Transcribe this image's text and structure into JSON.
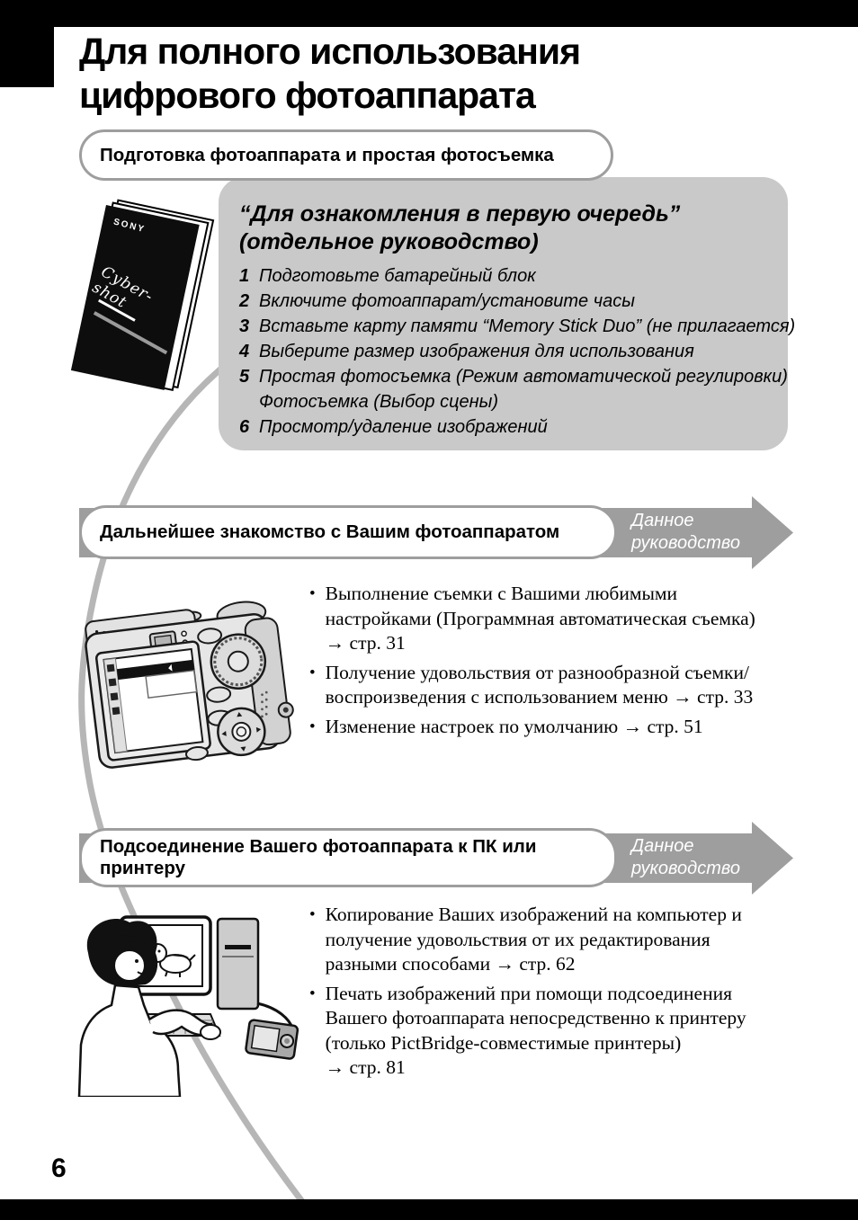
{
  "colors": {
    "box_gray": "#c9c9c9",
    "band_gray": "#9e9e9e",
    "curve_gray": "#b6b6b6",
    "ink_black": "#000000"
  },
  "page": {
    "number": "6",
    "title": "Для полного использования\nцифрового фотоаппарата"
  },
  "section1": {
    "pill_label": "Подготовка фотоаппарата и простая фотосъемка",
    "booklet": {
      "brand": "SONY",
      "logo": "Cyber-shot"
    },
    "box": {
      "heading": "“Для ознакомления в первую очередь”\n(отдельное руководство)",
      "steps": [
        {
          "num": "1",
          "text": "Подготовьте батарейный блок"
        },
        {
          "num": "2",
          "text": "Включите фотоаппарат/установите часы"
        },
        {
          "num": "3",
          "text": "Вставьте карту памяти “Memory Stick Duo” (не прилагается)"
        },
        {
          "num": "4",
          "text": "Выберите размер изображения для использования"
        },
        {
          "num": "5",
          "text": "Простая фотосъемка (Режим автоматической регулировки)\nФотосъемка (Выбор сцены)"
        },
        {
          "num": "6",
          "text": "Просмотр/удаление изображений"
        }
      ]
    }
  },
  "section2": {
    "pill_label": "Дальнейшее знакомство с Вашим фотоаппаратом",
    "arrow_label": "Данное\nруководство",
    "bullets": [
      {
        "text": "Выполнение съемки с Вашими любимыми\nнастройками (Программная автоматическая съемка)\n→ стр. 31"
      },
      {
        "text": "Получение удовольствия от разнообразной съемки/\nвоспроизведения с использованием меню → стр. 33"
      },
      {
        "text": "Изменение настроек по умолчанию → стр. 51"
      }
    ]
  },
  "section3": {
    "pill_label": "Подсоединение Вашего фотоаппарата к ПК или\nпринтеру",
    "arrow_label": "Данное\nруководство",
    "bullets": [
      {
        "text": "Копирование Ваших изображений на компьютер и\nполучение удовольствия от их редактирования\nразными способами → стр. 62"
      },
      {
        "text": "Печать изображений при помощи подсоединения\nВашего фотоаппарата непосредственно к принтеру\n(только PictBridge-совместимые принтеры)\n→ стр. 81"
      }
    ]
  }
}
